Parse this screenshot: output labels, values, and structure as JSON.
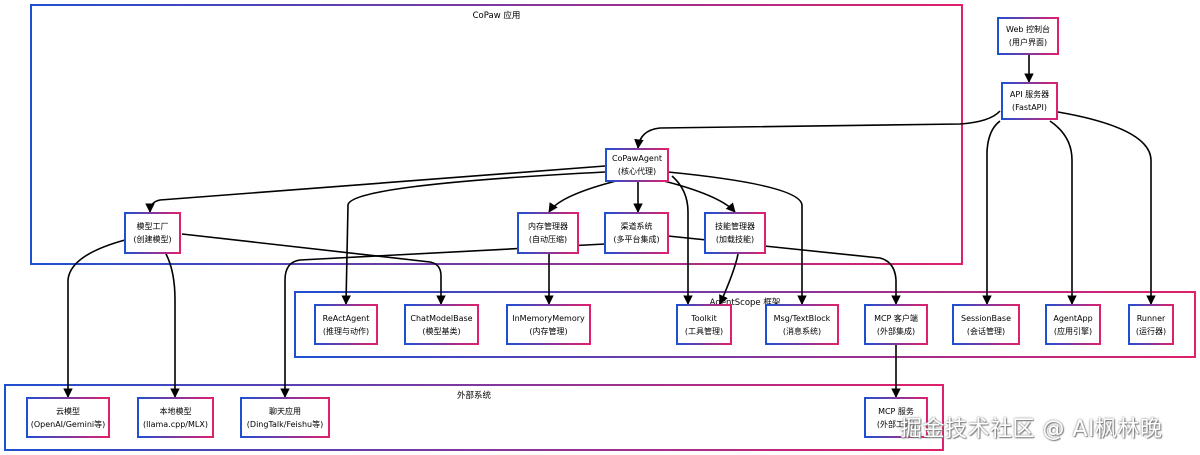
{
  "groups": {
    "copaw": "CoPaw 应用",
    "agentscope": "AgentScope 框架",
    "external": "外部系统"
  },
  "nodes": {
    "web": [
      "Web 控制台",
      "(用户界面)"
    ],
    "api": [
      "API 服务器",
      "(FastAPI)"
    ],
    "copawagent": [
      "CoPawAgent",
      "(核心代理)"
    ],
    "modelfactory": [
      "模型工厂",
      "(创建模型)"
    ],
    "memorymgr": [
      "内存管理器",
      "(自动压缩)"
    ],
    "channels": [
      "渠道系统",
      "(多平台集成)"
    ],
    "skillmgr": [
      "技能管理器",
      "(加载技能)"
    ],
    "react": [
      "ReActAgent",
      "(推理与动作)"
    ],
    "chatmodel": [
      "ChatModelBase",
      "(模型基类)"
    ],
    "inmemory": [
      "InMemoryMemory",
      "(内存管理)"
    ],
    "toolkit": [
      "Toolkit",
      "(工具管理)"
    ],
    "msg": [
      "Msg/TextBlock",
      "(消息系统)"
    ],
    "mcpclient": [
      "MCP 客户端",
      "(外部集成)"
    ],
    "session": [
      "SessionBase",
      "(会话管理)"
    ],
    "agentapp": [
      "AgentApp",
      "(应用引擎)"
    ],
    "runner": [
      "Runner",
      "(运行器)"
    ],
    "cloud": [
      "云模型",
      "(OpenAI/Gemini等)"
    ],
    "local": [
      "本地模型",
      "(llama.cpp/MLX)"
    ],
    "chat": [
      "聊天应用",
      "(DingTalk/Feishu等)"
    ],
    "mcpservice": [
      "MCP 服务",
      "(外部工具)"
    ]
  },
  "watermark": "掘金技术社区 @ AI枫林晚"
}
